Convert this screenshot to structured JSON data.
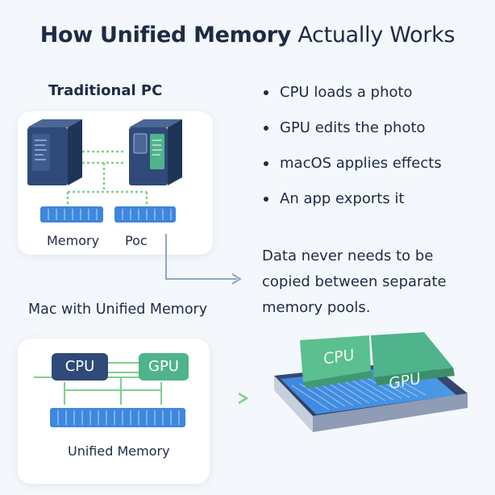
{
  "title": {
    "bold_part": "How Unified Memory",
    "rest": " Actually Works"
  },
  "traditional": {
    "label": "Traditional PC",
    "memory_label": "Memory",
    "poc_label": "Poc"
  },
  "mac": {
    "label": "Mac with Unified Memory",
    "cpu_label": "CPU",
    "gpu_label": "GPU",
    "memory_label": "Unified Memory"
  },
  "chip": {
    "cpu_label": "CPU",
    "gpu_label": "GPU"
  },
  "steps": [
    "CPU loads a photo",
    "GPU edits the photo",
    "macOS applies effects",
    "An app exports it"
  ],
  "note": "Data never needs to be copied between separate memory pools.",
  "colors": {
    "navy": "#2f4a78",
    "green": "#4fb38c",
    "memory_blue": "#3f86dd",
    "connector": "#7fd08e",
    "arrow": "#8fa6c8"
  },
  "icons": [
    "server-tower-icon",
    "server-tower-icon",
    "memory-module-icon",
    "arrow-right-icon",
    "chip-icon"
  ]
}
